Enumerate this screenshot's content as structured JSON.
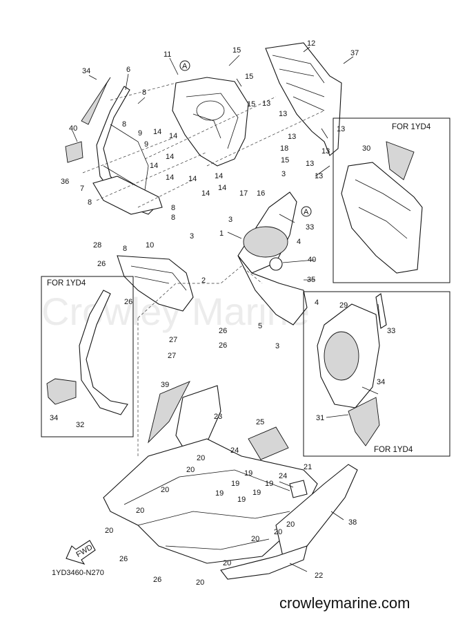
{
  "diagram": {
    "part_code": "1YD3460-N270",
    "watermark": "Crowley Marine",
    "footer_url": "crowleymarine.com",
    "fwd_label": "FWD",
    "callout_marker": "A",
    "inset_labels": {
      "left": "FOR 1YD4",
      "top_right": "FOR 1YD4",
      "bottom_right": "FOR 1YD4"
    },
    "part_numbers": [
      "1",
      "2",
      "3",
      "4",
      "5",
      "6",
      "7",
      "8",
      "9",
      "10",
      "11",
      "12",
      "13",
      "14",
      "15",
      "16",
      "17",
      "18",
      "19",
      "20",
      "21",
      "22",
      "23",
      "24",
      "25",
      "26",
      "27",
      "28",
      "29",
      "30",
      "31",
      "32",
      "33",
      "34",
      "35",
      "36",
      "37",
      "38",
      "39",
      "40"
    ]
  }
}
